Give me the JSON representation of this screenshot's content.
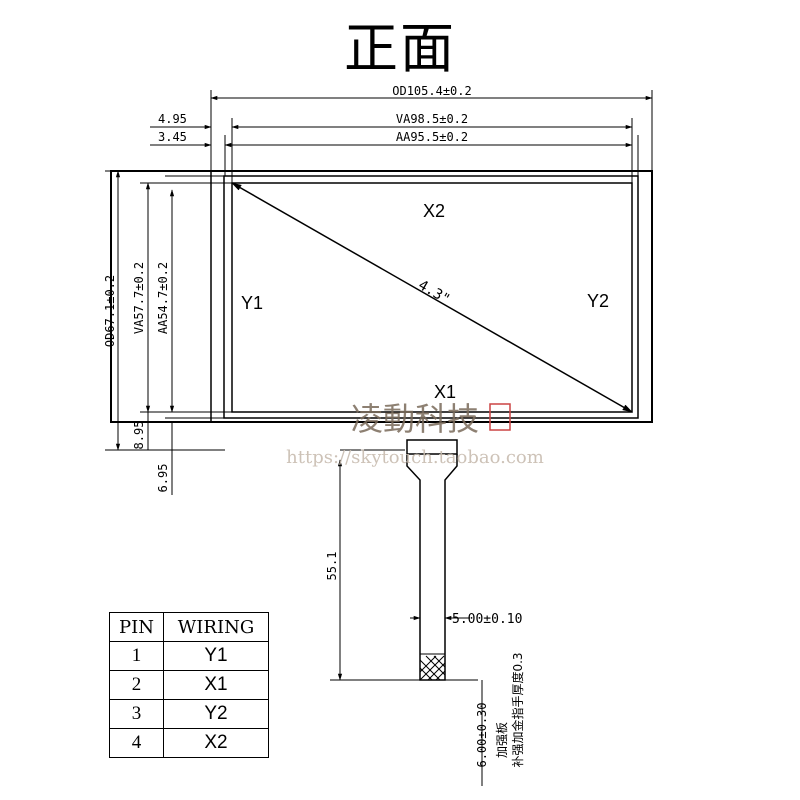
{
  "title": "正面",
  "dimensions": {
    "od_width": "OD105.4±0.2",
    "va_width": "VA98.5±0.2",
    "aa_width": "AA95.5±0.2",
    "offset_va": "4.95",
    "offset_aa": "3.45",
    "od_height": "OD67.1±0.2",
    "va_height": "VA57.7±0.2",
    "aa_height": "AA54.7±0.2",
    "bottom_va": "8.95",
    "bottom_fpc": "6.95",
    "fpc_length": "55.1",
    "fpc_width": "5.00±0.10",
    "stiffener": "6.00±0.30",
    "diagonal": "4.3\""
  },
  "labels": {
    "x1": "X1",
    "x2": "X2",
    "y1": "Y1",
    "y2": "Y2"
  },
  "notes": {
    "stiffener_plate": "加强板",
    "stiffener_thickness": "补强加金指手厚度0.3"
  },
  "watermark": {
    "brand": "凌動科技",
    "url": "https://skytouch.taobao.com"
  },
  "pin_table": {
    "header_pin": "PIN",
    "header_wiring": "WIRING",
    "rows": [
      {
        "pin": "1",
        "wiring": "Y1"
      },
      {
        "pin": "2",
        "wiring": "X1"
      },
      {
        "pin": "3",
        "wiring": "Y2"
      },
      {
        "pin": "4",
        "wiring": "X2"
      }
    ]
  }
}
